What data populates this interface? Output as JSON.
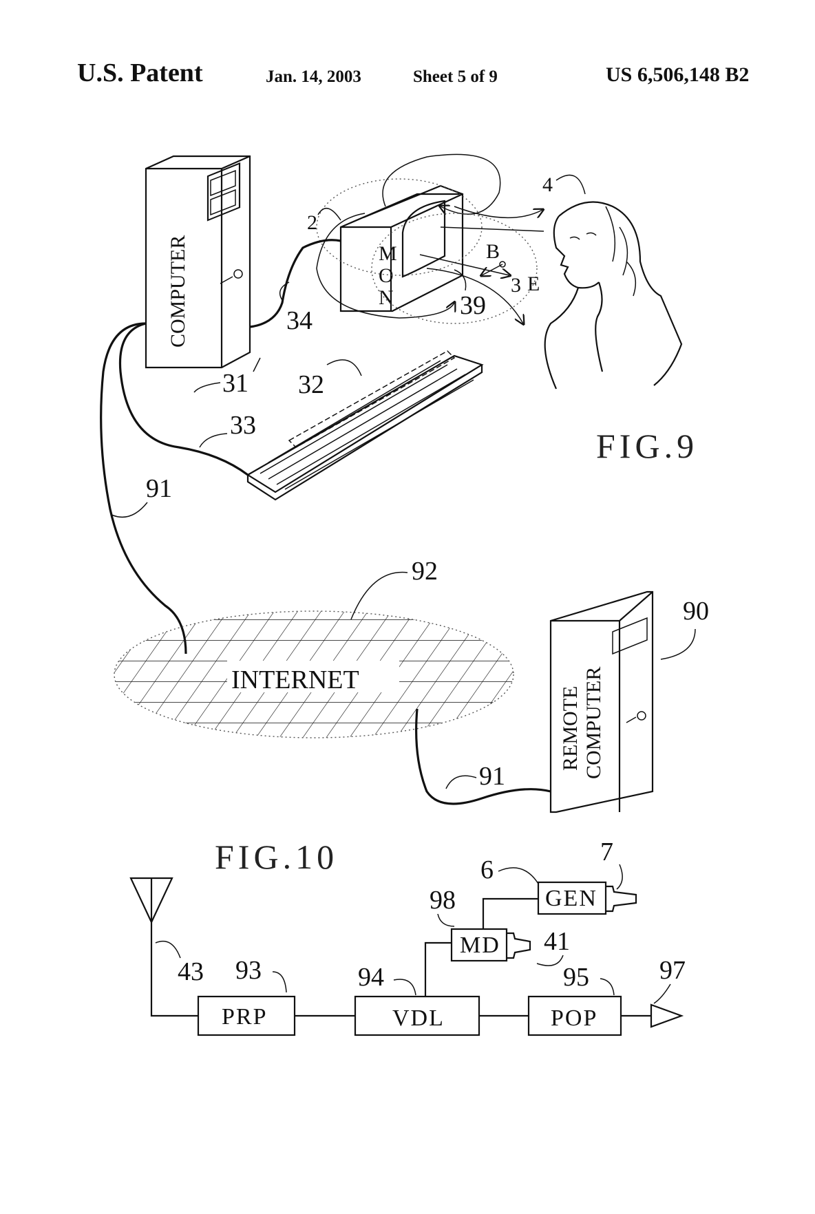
{
  "header": {
    "left": "U.S. Patent",
    "date": "Jan. 14, 2003",
    "sheet": "Sheet 5 of 9",
    "number": "US 6,506,148 B2"
  },
  "fig9": {
    "title": "FIG.9",
    "computer_label": "COMPUTER",
    "monitor_label": [
      "M",
      "O",
      "N"
    ],
    "labels": {
      "n2": "2",
      "n4": "4",
      "n31": "31",
      "n32": "32",
      "n33": "33",
      "n34": "34",
      "n39": "39",
      "n91": "91",
      "n3": "3",
      "B": "B",
      "E": "E"
    }
  },
  "network": {
    "internet_label": "INTERNET",
    "remote_label_line1": "REMOTE",
    "remote_label_line2": "COMPUTER",
    "n90": "90",
    "n91b": "91",
    "n92": "92"
  },
  "fig10": {
    "title": "FIG.10",
    "blocks": {
      "prp": "PRP",
      "vdl": "VDL",
      "pop": "POP",
      "md": "MD",
      "gen": "GEN"
    },
    "labels": {
      "n6": "6",
      "n7": "7",
      "n41": "41",
      "n43": "43",
      "n93": "93",
      "n94": "94",
      "n95": "95",
      "n97": "97",
      "n98": "98"
    }
  }
}
